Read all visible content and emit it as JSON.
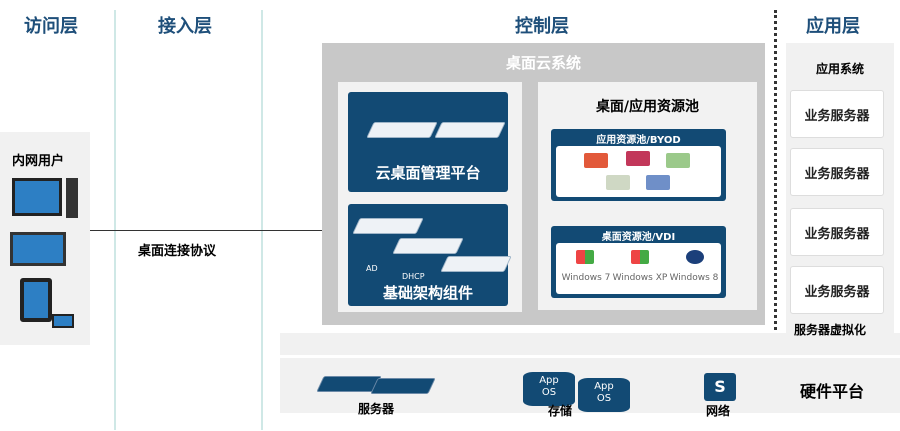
{
  "layers": {
    "access": "访问层",
    "entry": "接入层",
    "control": "控制层",
    "application": "应用层"
  },
  "access": {
    "label": "内网用户"
  },
  "protocol": "桌面连接协议",
  "cloud": {
    "title": "桌面云系统",
    "mgmt": "云桌面管理平台",
    "infra": "基础架构组件",
    "infra_tags": [
      "AD",
      "DHCP"
    ],
    "pool": {
      "title": "桌面/应用资源池",
      "byod": "应用资源池/BYOD",
      "vdi": "桌面资源池/VDI",
      "os": [
        "Windows 7",
        "Windows XP",
        "Windows 8"
      ]
    }
  },
  "app": {
    "title": "应用系统",
    "services": [
      "业务服务器",
      "业务服务器",
      "业务服务器",
      "业务服务器"
    ],
    "virt": "服务器虚拟化"
  },
  "hardware": {
    "title": "硬件平台",
    "server": "服务器",
    "storage": "存储",
    "network": "网络",
    "db_text": [
      "App",
      "OS"
    ],
    "switch_glyph": "S"
  }
}
